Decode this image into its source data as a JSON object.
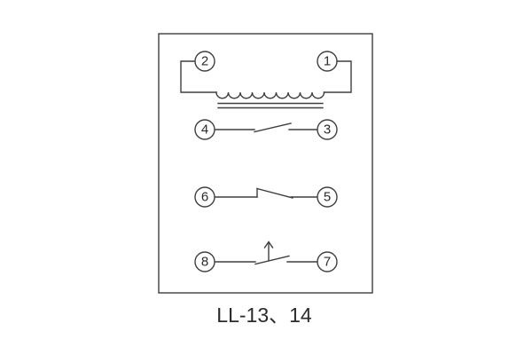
{
  "diagram": {
    "caption": "LL-13、14",
    "terminals": {
      "t1": "1",
      "t2": "2",
      "t3": "3",
      "t4": "4",
      "t5": "5",
      "t6": "6",
      "t7": "7",
      "t8": "8"
    },
    "colors": {
      "line": "#3f3f3f",
      "background": "#ffffff",
      "text": "#2b2b2b"
    }
  }
}
